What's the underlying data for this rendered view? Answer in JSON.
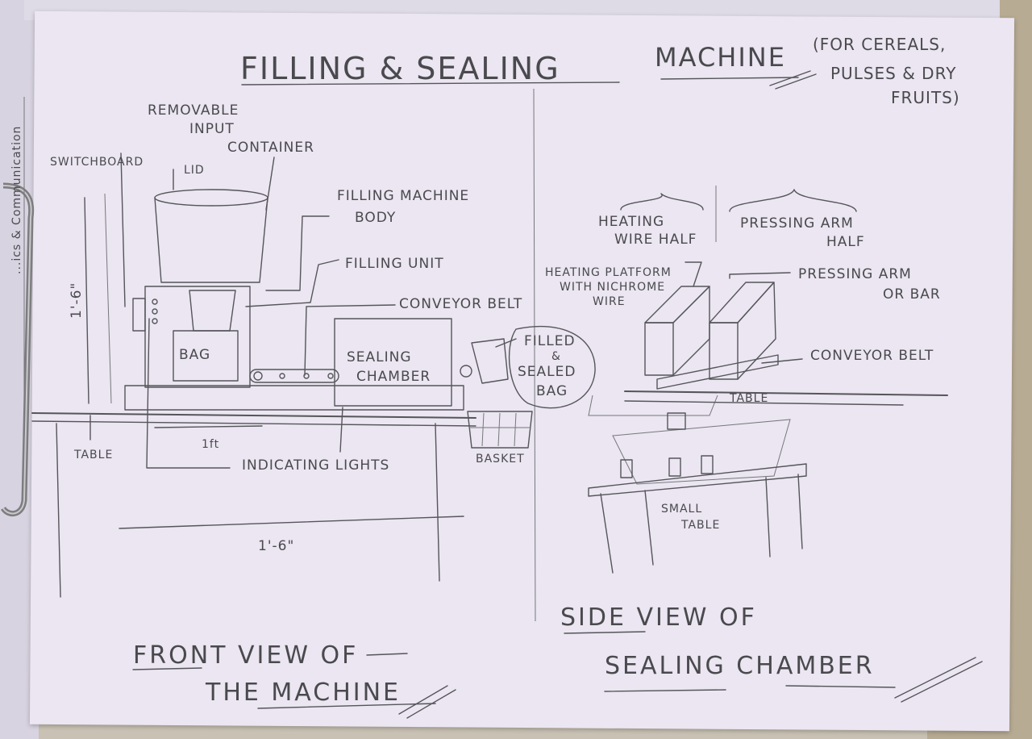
{
  "title": {
    "line1_part1": "FILLING & SEALING",
    "line1_part2": "MACHINE",
    "note_line1": "(FOR CEREALS,",
    "note_line2": "PULSES & DRY",
    "note_line3": "FRUITS)"
  },
  "binder_margin_text": "...ics & Communication",
  "front_view": {
    "caption_line1": "FRONT VIEW OF",
    "caption_line2": "THE MACHINE",
    "labels": {
      "removable_line1": "REMOVABLE",
      "removable_line2": "INPUT",
      "removable_line3": "CONTAINER",
      "switchboard": "SWITCHBOARD",
      "lid": "LID",
      "filling_body_line1": "FILLING MACHINE",
      "filling_body_line2": "BODY",
      "filling_unit": "FILLING UNIT",
      "conveyor_belt": "CONVEYOR BELT",
      "bag": "BAG",
      "sealing_chamber_line1": "SEALING",
      "sealing_chamber_line2": "CHAMBER",
      "filled_sealed_line1": "FILLED",
      "filled_sealed_line2": "&",
      "filled_sealed_line3": "SEALED",
      "filled_sealed_line4": "BAG",
      "table": "TABLE",
      "indicating_lights": "INDICATING LIGHTS",
      "basket": "BASKET",
      "dim_height": "1'-6\"",
      "dim_1ft": "1ft",
      "dim_width": "1'-6\""
    }
  },
  "side_view": {
    "caption_line1": "SIDE VIEW OF",
    "caption_line2": "SEALING CHAMBER",
    "labels": {
      "heating_wire_half_line1": "HEATING",
      "heating_wire_half_line2": "WIRE HALF",
      "pressing_arm_half_line1": "PRESSING ARM",
      "pressing_arm_half_line2": "HALF",
      "heating_platform_line1": "HEATING PLATFORM",
      "heating_platform_line2": "WITH NICHROME",
      "heating_platform_line3": "WIRE",
      "pressing_arm_line1": "PRESSING ARM",
      "pressing_arm_line2": "OR BAR",
      "conveyor_belt": "CONVEYOR BELT",
      "table": "TABLE",
      "small_table_line1": "SMALL",
      "small_table_line2": "TABLE"
    }
  }
}
